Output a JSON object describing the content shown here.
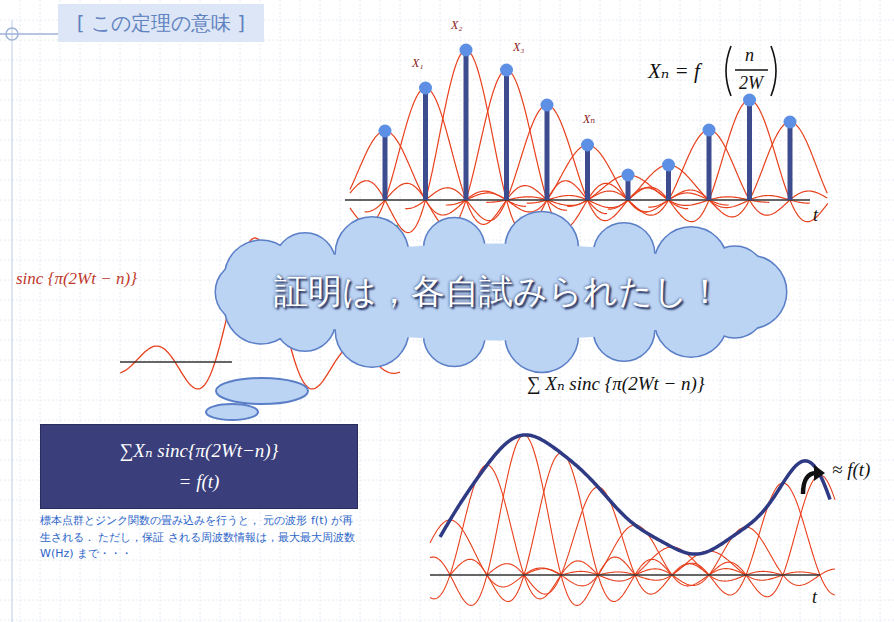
{
  "diagram": {
    "title": "[ この定理の意味 ]",
    "nodes": [
      {
        "text": [
          "証明は，各自試みられたし！"
        ]
      },
      {
        "text": [
          "∑Xₙ sinc{π(2Wt−n)}",
          "= f(t)"
        ]
      }
    ],
    "labels": [
      "Xₙ = f",
      "n",
      "2W",
      "X₁",
      "X₂",
      "X₃",
      "Xₙ",
      "t",
      "sinc {π(2Wt − n)}",
      "∑ Xₙ sinc {π(2Wt − n)}",
      "標本点群とジンク関数の畳み込みを行うと， 元の波形 f(t) が再生される． ただし，保証 される周波数情報は，最大最大周波数 W(Hz) まで・・・",
      "≈ f(t)",
      "t"
    ]
  }
}
